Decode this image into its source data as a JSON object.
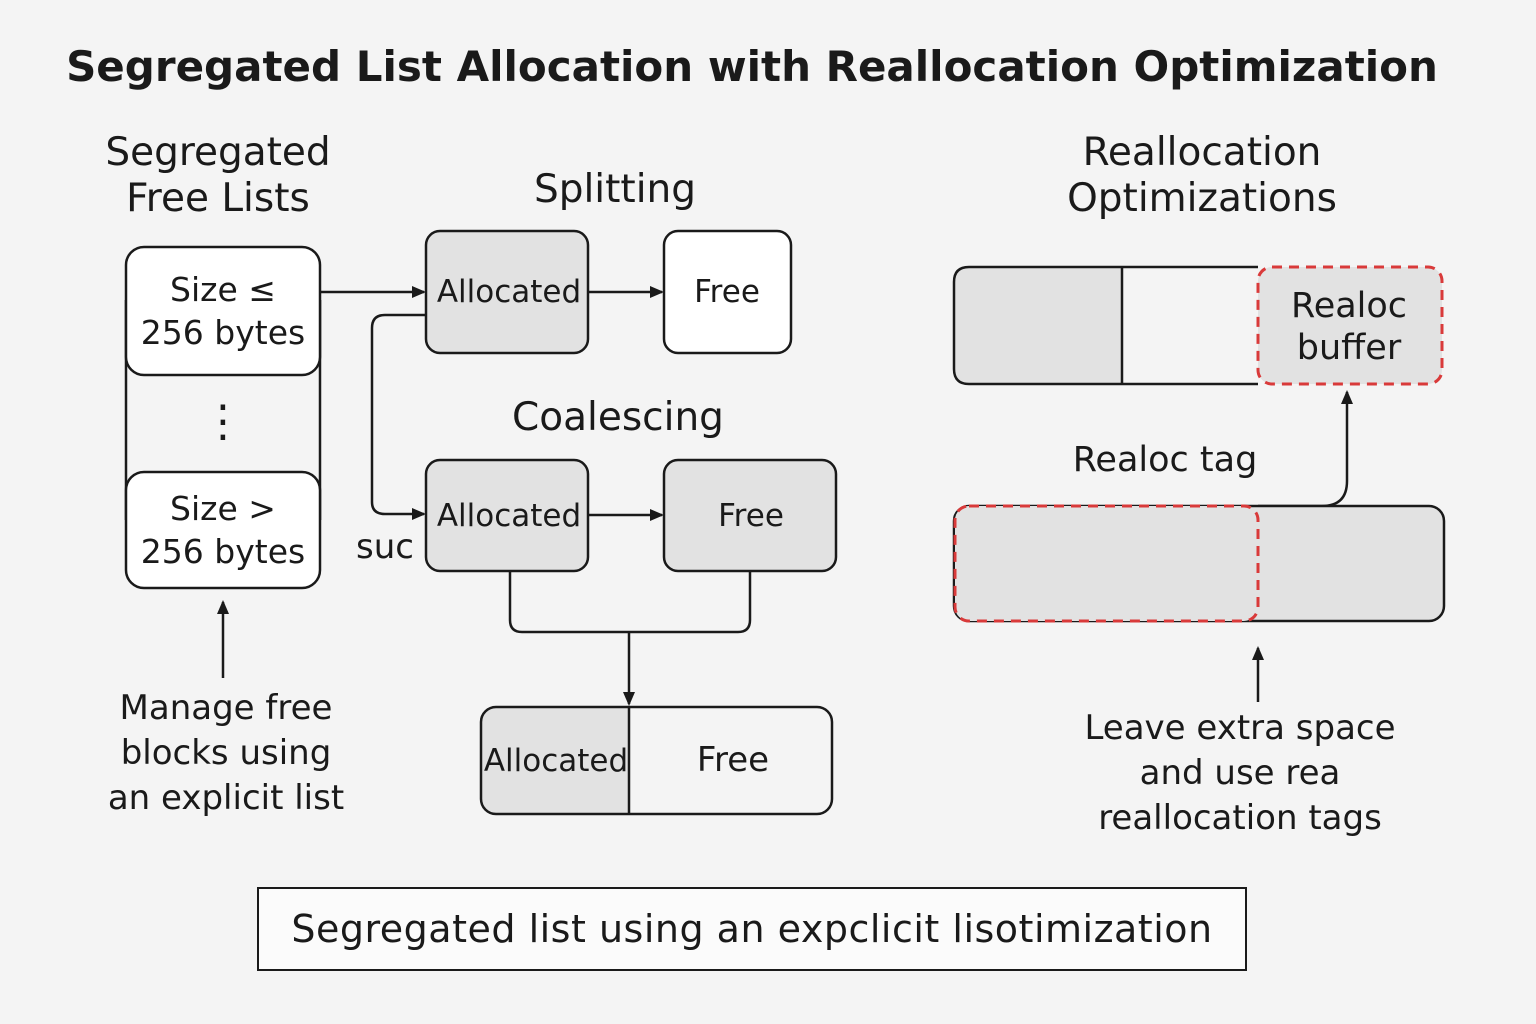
{
  "title": "Segregated List Allocation with Reallocation Optimization",
  "sections": {
    "segregated": "Segregated\nFree Lists",
    "splitting": "Splitting",
    "coalescing": "Coalescing",
    "realloc": "Reallocation\nOptimizations"
  },
  "size_classes": [
    {
      "line1": "Size ≤",
      "line2": "256 bytes"
    },
    {
      "line1": "Size >",
      "line2": "256 bytes"
    }
  ],
  "ellipsis": "⋮",
  "blocks": {
    "allocated": "Allocated",
    "free": "Free"
  },
  "suc_label": "suc",
  "note_left": "Manage free\nblocks using\nan explicit list",
  "realloc_buffer": "Realoc\nbuffer",
  "realloc_tag": "Realoc tag",
  "note_right": "Leave extra space\nand use rea\nreallocation tags",
  "caption": "Segregated list using an expclicit lisotimization",
  "colors": {
    "allocated_fill": "#e2e2e2",
    "free_fill": "#ffffff",
    "dashed_accent": "#d93a3a",
    "stroke": "#1a1a1a"
  }
}
